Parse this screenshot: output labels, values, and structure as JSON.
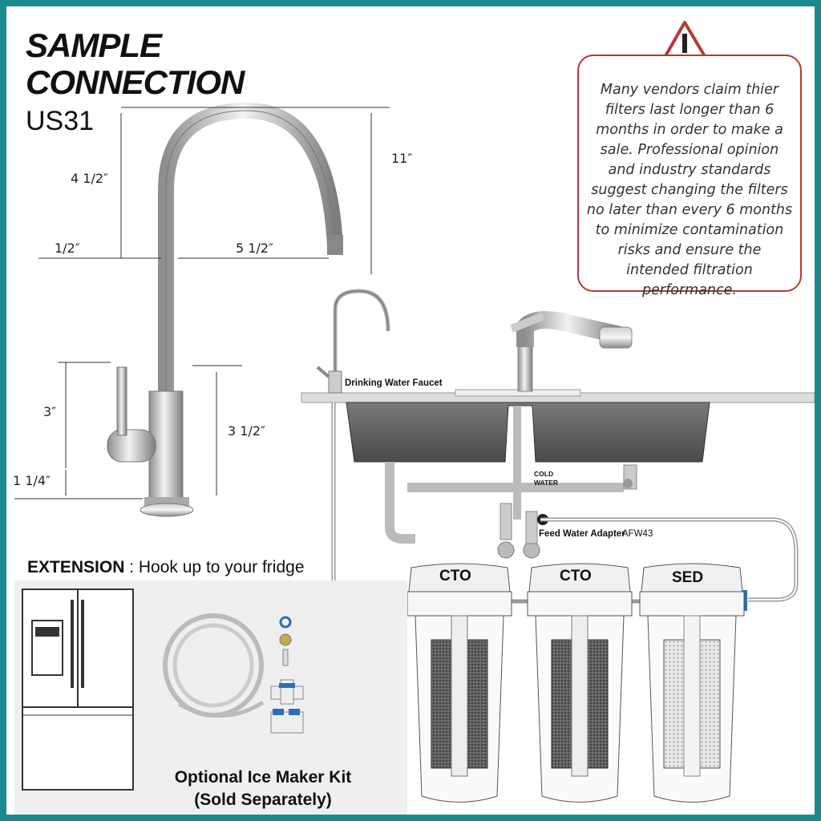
{
  "header": {
    "title_line1": "SAMPLE",
    "title_line2": "CONNECTION",
    "model": "US31"
  },
  "dimensions": {
    "d1": "4 1/2″",
    "d2": "11″",
    "d3": "1/2″",
    "d4": "5 1/2″",
    "d5": "3″",
    "d6": "3 1/2″",
    "d7": "1 1/4″"
  },
  "warning": {
    "text": "Many vendors claim thier filters last longer than 6 months in order to make a sale. Professional opinion and industry standards suggest changing the filters no later than every 6 months to minimize contamination risks and ensure the intended filtration performance.",
    "border_color": "#b33b32",
    "icon": "warning-triangle-icon"
  },
  "labels": {
    "drinking_faucet": "Drinking Water Faucet",
    "cold_water_1": "COLD",
    "cold_water_2": "WATER",
    "feed_adapter": "Feed Water Adapter",
    "feed_adapter_model": "AFW43"
  },
  "extension": {
    "heading": "EXTENSION",
    "separator": ":",
    "text": "Hook up to your fridge"
  },
  "kit": {
    "line1": "Optional Ice Maker Kit",
    "line2": "(Sold Separately)"
  },
  "filters": [
    {
      "label": "CTO"
    },
    {
      "label": "CTO"
    },
    {
      "label": "SED"
    }
  ],
  "colors": {
    "frame": "#1a8a8e",
    "connector": "#2b6fb8"
  }
}
